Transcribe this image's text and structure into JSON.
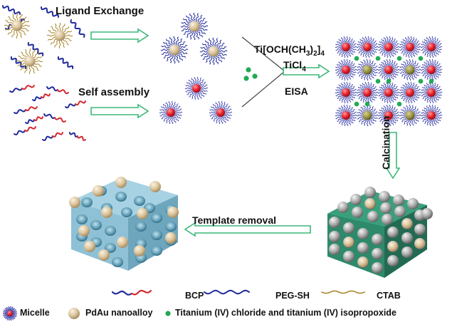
{
  "steps": {
    "ligand_exchange": "Ligand Exchange",
    "self_assembly": "Self assembly",
    "reagents": {
      "ti_alkoxide_pre": "Ti[OCH(CH",
      "ti_alkoxide_sub1": "3",
      "ti_alkoxide_mid": ")",
      "ti_alkoxide_sub2": "2",
      "ti_alkoxide_post": "]",
      "ti_alkoxide_sub3": "4",
      "ticl_pre": "TiCl",
      "ticl_sub": "4"
    },
    "eisa": "EISA",
    "calcination": "Calcination",
    "template_removal": "Template removal"
  },
  "legend": {
    "bcp": "BCP",
    "peg_sh": "PEG-SH",
    "ctab": "CTAB",
    "micelle": "Micelle",
    "pdau": "PdAu nanoalloy",
    "titanium": "Titanium (IV) chloride and titanium (IV) isopropoxide"
  },
  "colors": {
    "arrow": "#3cb878",
    "micelle_core": "#e8202a",
    "micelle_corona": "#3a3fa8",
    "pegsh": "#1f2a9c",
    "bcp_red": "#d42a30",
    "ctab": "#a8862a",
    "nanoalloy": "#d9c39a",
    "titanium_dot": "#22aa55",
    "cube_teal": "#2d8a6a",
    "cube_blue": "#7fb5cc",
    "sphere_grey": "#a9a9a9"
  }
}
